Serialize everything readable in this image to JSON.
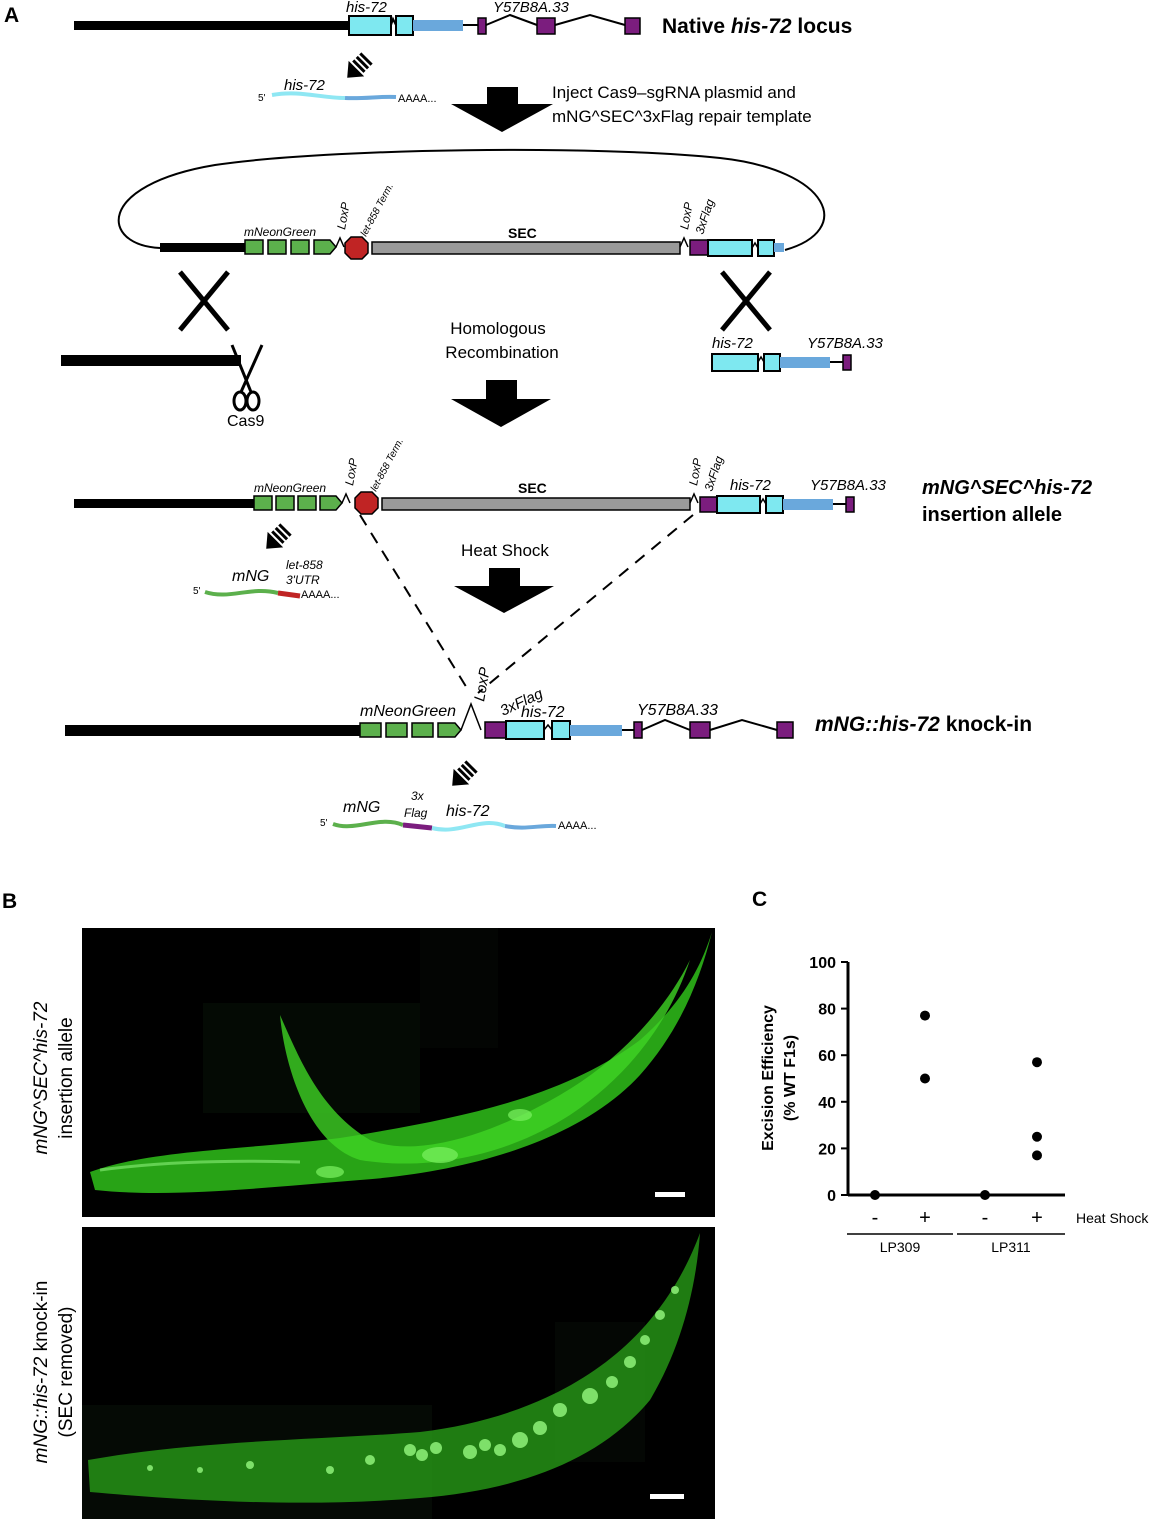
{
  "panels": {
    "a": "A",
    "b": "B",
    "c": "C"
  },
  "colors": {
    "exon_cyan": "#7ee8f0",
    "utr_blue": "#6aa8dc",
    "purple": "#7b1d7e",
    "green": "#5cb04c",
    "term_red": "#c02424",
    "sec_gray": "#9a9a9a",
    "mrna_cyan": "#8fe7f3",
    "worm_green": "#2fbf1a"
  },
  "A": {
    "row1": {
      "his72": "his-72",
      "y57": "Y57B8A.33",
      "title_pre": "Native ",
      "title_it": "his-72",
      "title_post": " locus"
    },
    "mrna1": {
      "label": "his-72",
      "five": "5'",
      "polya": "AAAA..."
    },
    "inject": {
      "line1": "Inject Cas9–sgRNA plasmid and",
      "line2": "mNG^SEC^3xFlag repair template"
    },
    "plasmid": {
      "mng": "mNeonGreen",
      "loxp1": "LoxP",
      "term": "let-858 Term.",
      "sec": "SEC",
      "loxp2": "LoxP",
      "flag": "3xFlag"
    },
    "hr": {
      "line1": "Homologous",
      "line2": "Recombination",
      "cas9": "Cas9",
      "his72": "his-72",
      "y57": "Y57B8A.33"
    },
    "ins": {
      "mng": "mNeonGreen",
      "loxp1": "LoxP",
      "term": "let-858 Term.",
      "sec": "SEC",
      "loxp2": "LoxP",
      "flag": "3xFlag",
      "his72": "his-72",
      "y57": "Y57B8A.33",
      "title1": "mNG^SEC^his-72",
      "title2": "insertion allele"
    },
    "mrna2": {
      "mng": "mNG",
      "utr1": "let-858",
      "utr2": "3'UTR",
      "five": "5'",
      "polya": "AAAA..."
    },
    "heat": "Heat Shock",
    "ki": {
      "mng": "mNeonGreen",
      "loxp": "LoxP",
      "flag": "3xFlag",
      "his72": "his-72",
      "y57": "Y57B8A.33",
      "title_it": "mNG::his-72",
      "title_post": " knock-in"
    },
    "mrna3": {
      "mng": "mNG",
      "flag1": "3x",
      "flag2": "Flag",
      "his72": "his-72",
      "five": "5'",
      "polya": "AAAA..."
    }
  },
  "B": {
    "top_label1": "mNG^SEC^his-72",
    "top_label2": "insertion allele",
    "bottom_label1_it": "mNG::his-72",
    "bottom_label1_post": " knock-in",
    "bottom_label2": "(SEC removed)"
  },
  "chart_data": {
    "type": "scatter",
    "ylabel_line1": "Excision Efficiency",
    "ylabel_line2": "(% WT F1s)",
    "ylim": [
      0,
      100
    ],
    "yticks": [
      0,
      20,
      40,
      60,
      80,
      100
    ],
    "row_label": "Heat Shock",
    "groups": [
      {
        "name": "LP309",
        "conditions": [
          {
            "label": "-",
            "values": [
              0
            ]
          },
          {
            "label": "+",
            "values": [
              77,
              50
            ]
          }
        ]
      },
      {
        "name": "LP311",
        "conditions": [
          {
            "label": "-",
            "values": [
              0
            ]
          },
          {
            "label": "+",
            "values": [
              57,
              25,
              17
            ]
          }
        ]
      }
    ]
  }
}
